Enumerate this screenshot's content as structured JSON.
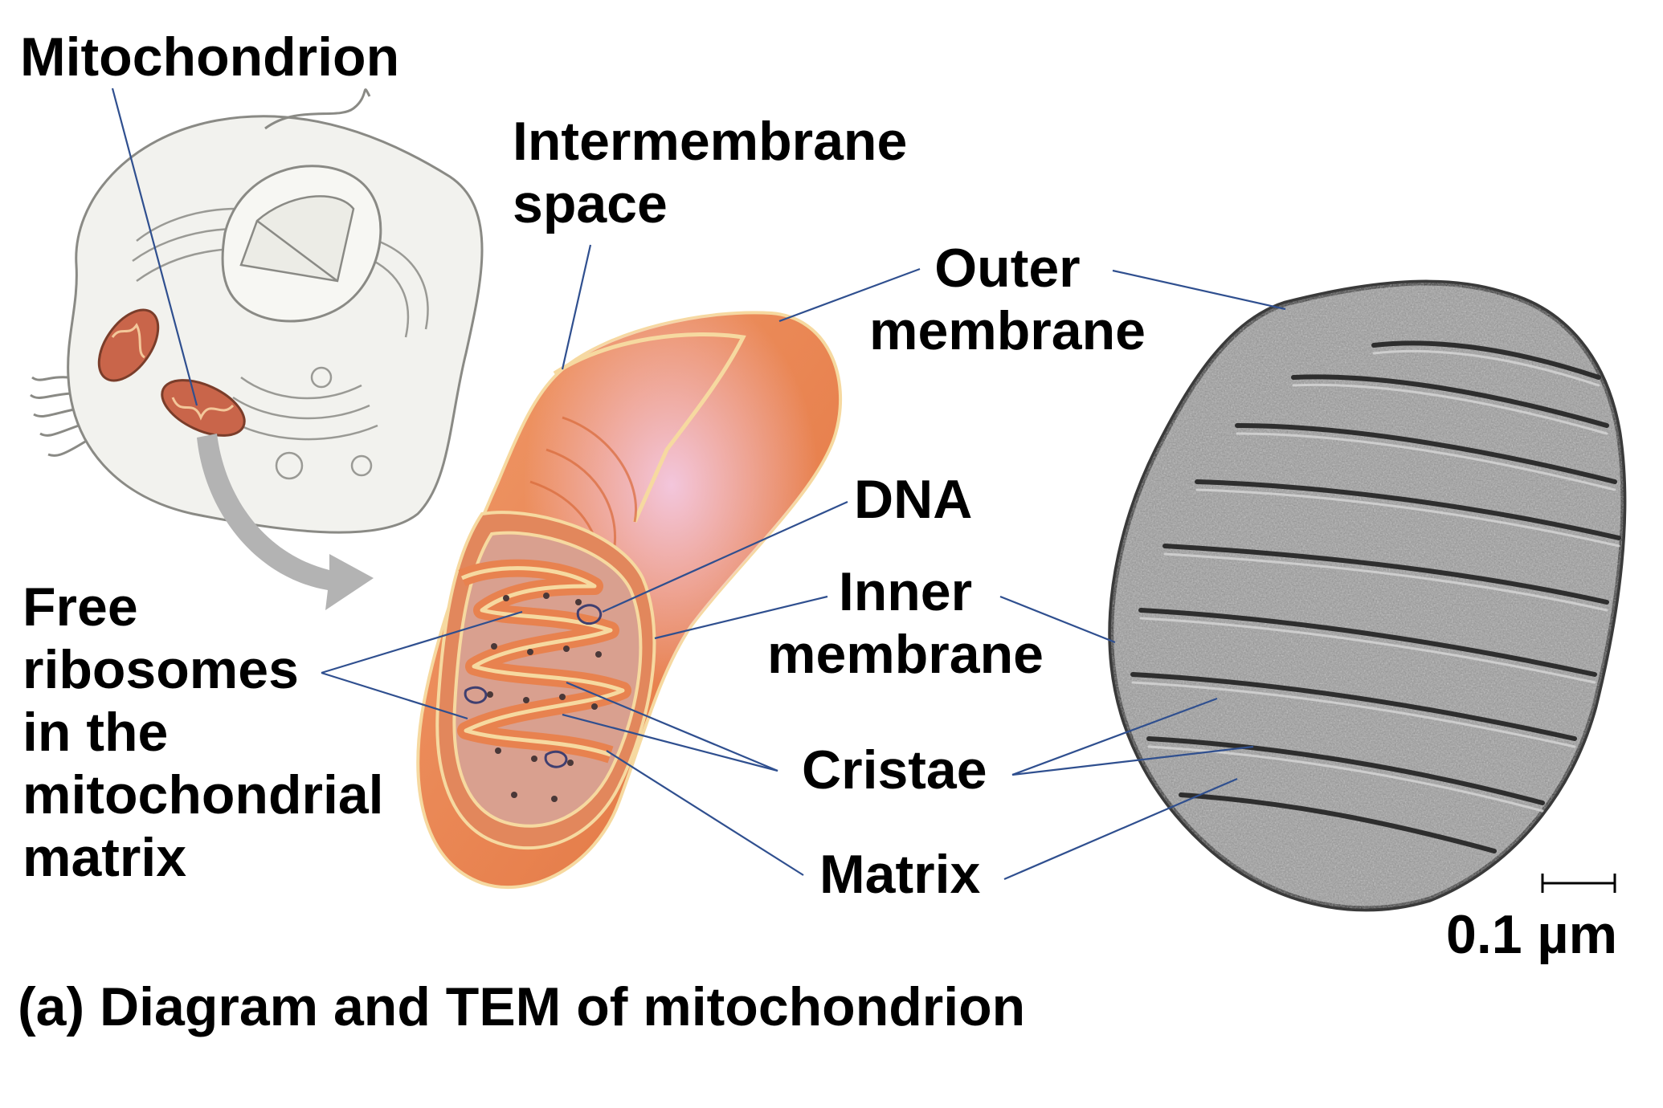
{
  "labels": {
    "mitochondrion": "Mitochondrion",
    "intermembrane_space": [
      "Intermembrane",
      "space"
    ],
    "outer_membrane": [
      "Outer",
      "membrane"
    ],
    "dna": "DNA",
    "inner_membrane": [
      "Inner",
      "membrane"
    ],
    "free_ribosomes": [
      "Free",
      "ribosomes",
      "in the",
      "mitochondrial",
      "matrix"
    ],
    "cristae": "Cristae",
    "matrix": "Matrix",
    "scale_bar": "0.1 µm"
  },
  "caption": "(a) Diagram and TEM of mitochondrion",
  "colors": {
    "mito_body": "#e8824f",
    "mito_light": "#f4a57a",
    "mito_highlight": "#f1c4d8",
    "membrane_line": "#f6d9a0",
    "leader_line": "#2f4f8f",
    "cell_outline": "#8a8a85",
    "tem_gray": "#8c8c8c",
    "arrow_gray": "#b3b3b3"
  }
}
